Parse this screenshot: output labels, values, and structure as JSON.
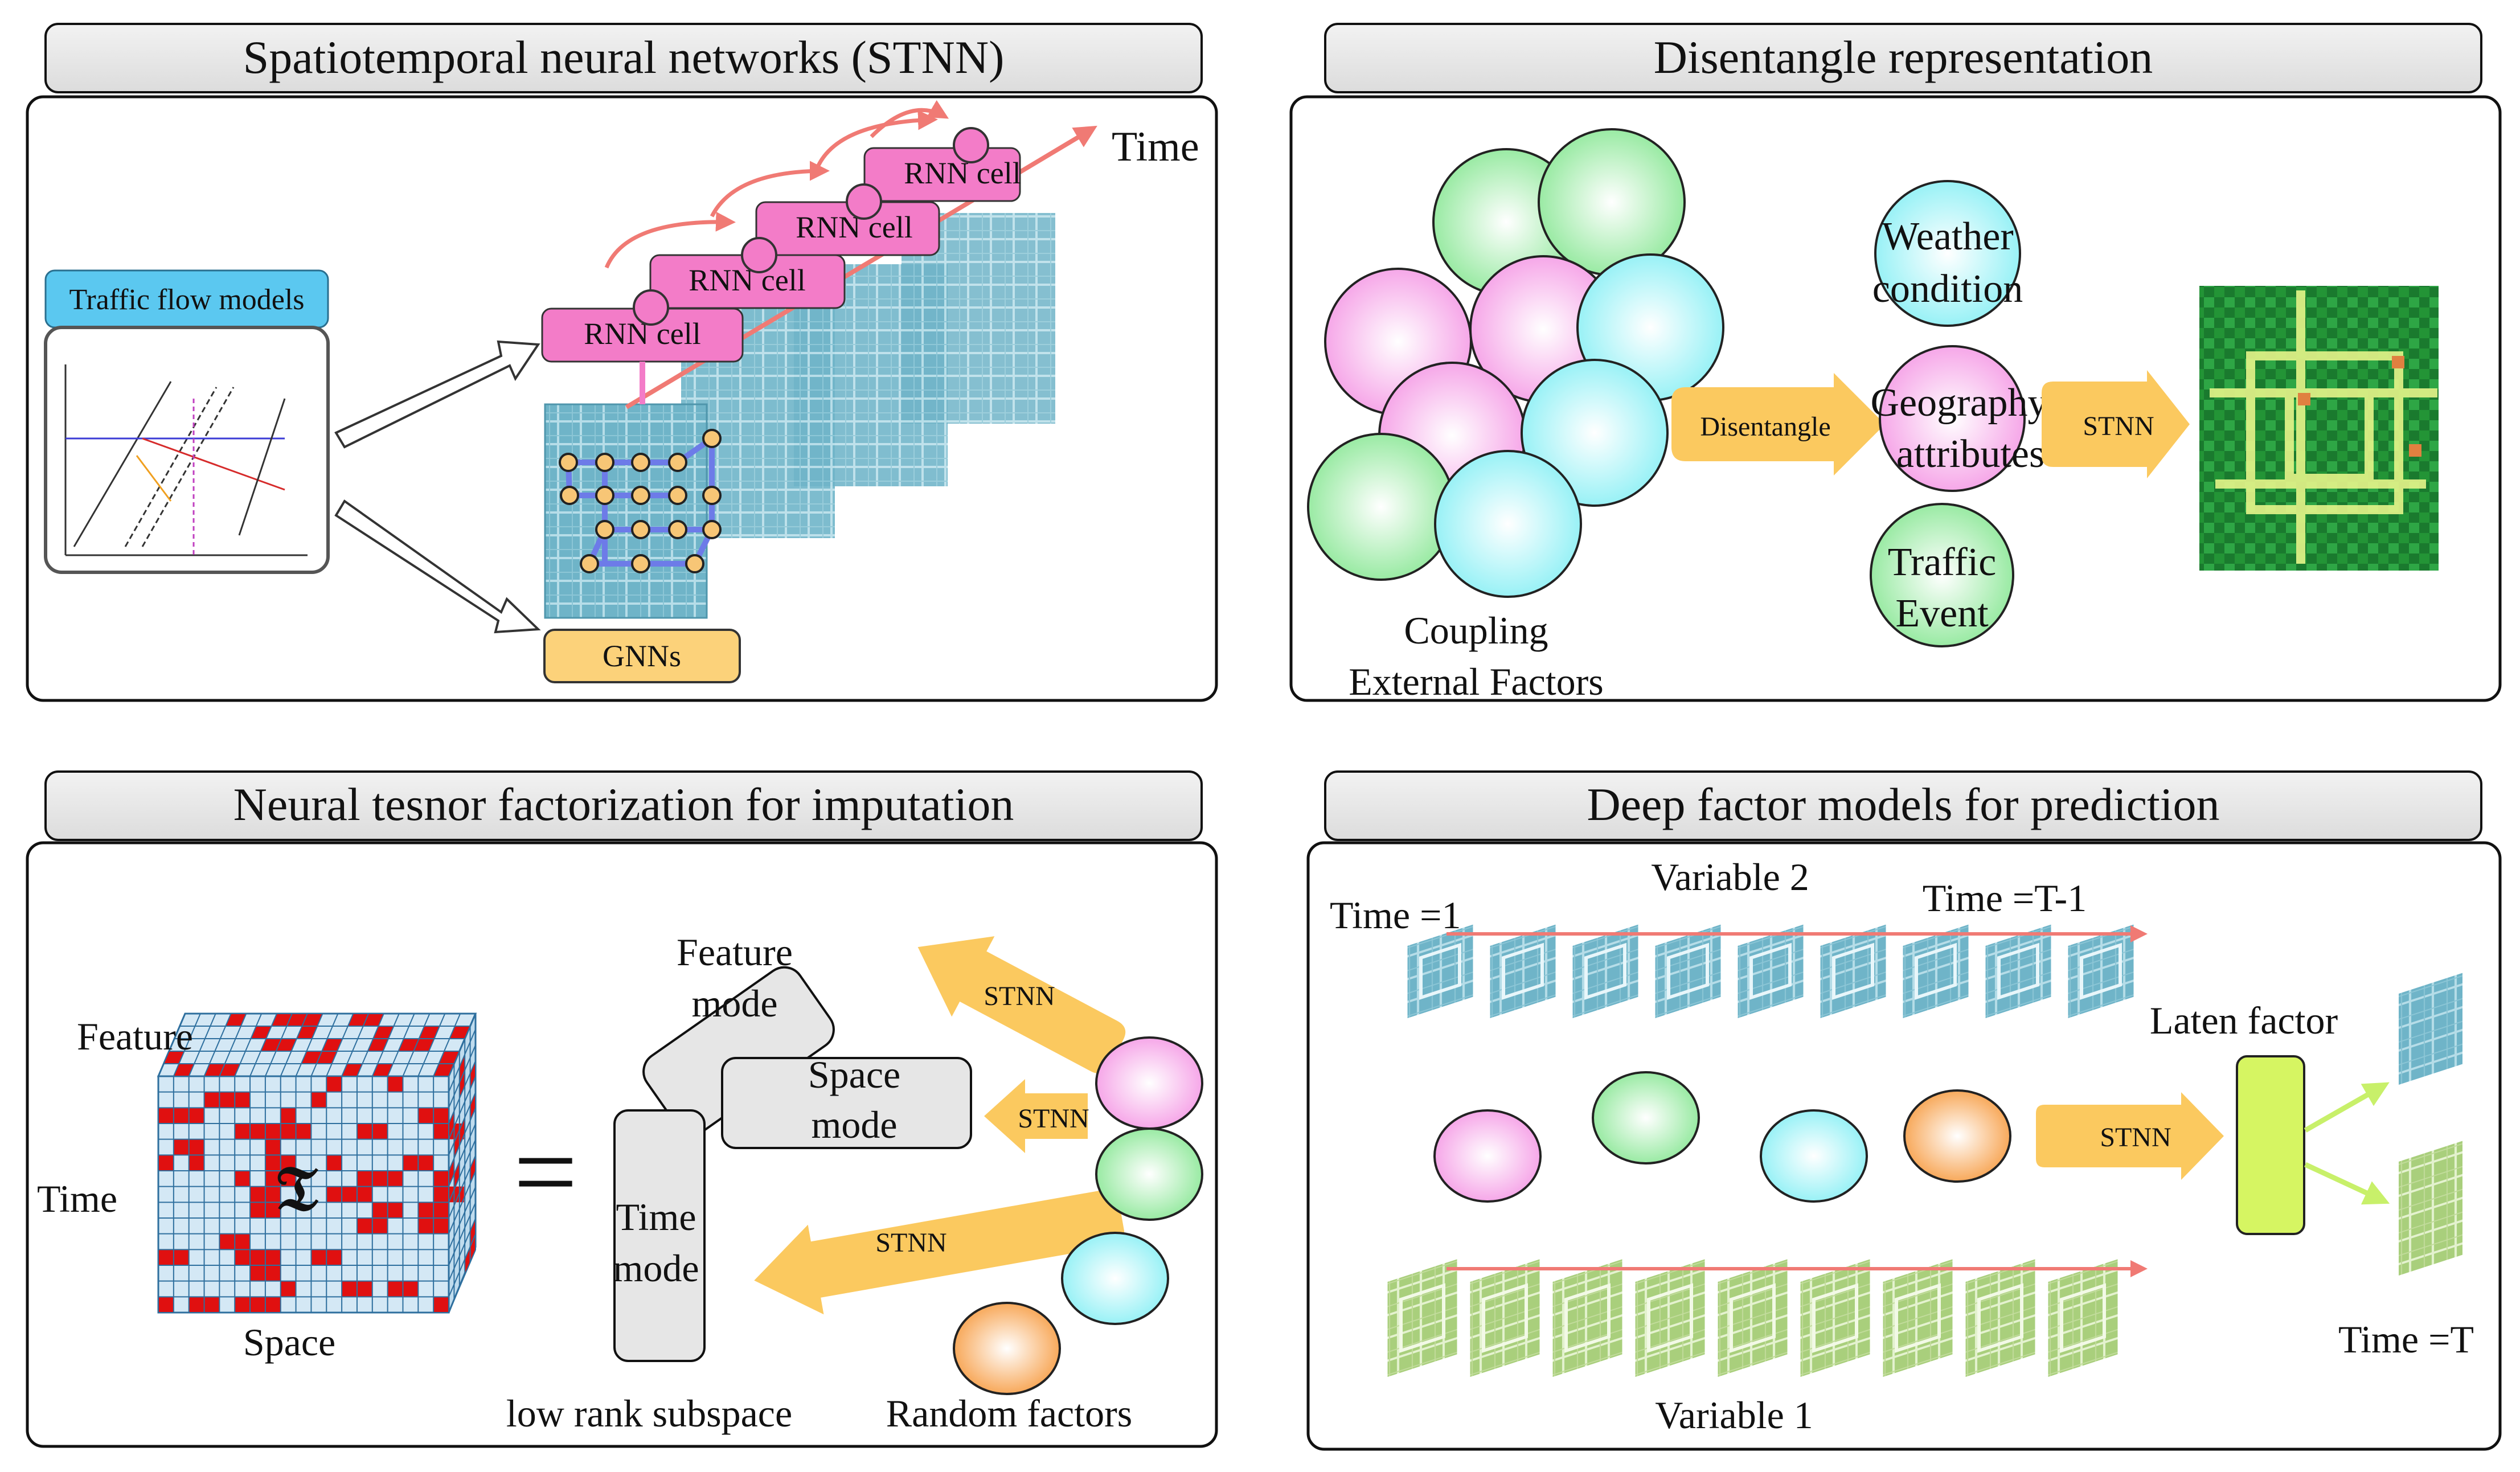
{
  "panels": {
    "stnn": {
      "title": "Spatiotemporal neural networks (STNN)",
      "traffic_flow_label": "Traffic flow models",
      "rnn_cell_label": "RNN cell",
      "time_label": "Time",
      "gnns_label": "GNNs"
    },
    "disentangle": {
      "title": "Disentangle representation",
      "coupling_label_line1": "Coupling",
      "coupling_label_line2": "External Factors",
      "disentangle_arrow_label": "Disentangle",
      "weather_line1": "Weather",
      "weather_line2": "condition",
      "geography_line1": "Geography",
      "geography_line2": "attributes",
      "traffic_line1": "Traffic",
      "traffic_line2": "Event",
      "stnn_arrow_label": "STNN"
    },
    "imputation": {
      "title": "Neural tesnor factorization for imputation",
      "feature_label": "Feature",
      "time_label": "Time",
      "space_label": "Space",
      "tensor_symbol": "𝔗",
      "equals": "=",
      "feature_mode_line1": "Feature",
      "feature_mode_line2": "mode",
      "space_mode_line1": "Space",
      "space_mode_line2": "mode",
      "time_mode_line1": "Time",
      "time_mode_line2": "mode",
      "stnn_label": "STNN",
      "low_rank_label": "low rank subspace",
      "random_factors_label": "Random factors"
    },
    "prediction": {
      "title": "Deep factor models for prediction",
      "variable2_label": "Variable 2",
      "time_1_label": "Time =1",
      "time_t1_label": "Time =T-1",
      "laten_factor_label": "Laten factor",
      "stnn_label": "STNN",
      "time_t_label": "Time =T",
      "variable1_label": "Variable 1"
    }
  },
  "colors": {
    "panel_header": "#e6e6e6",
    "rnn_cell": "#f37cc8",
    "traffic_label": "#5bc8f0",
    "gnns": "#fcd27a",
    "orange_arrow": "#fbc95f",
    "pink_ball": "#f59ee6",
    "green_ball": "#8fe89a",
    "cyan_ball": "#8ef0f5",
    "orange_ball": "#f7a04a",
    "latent_factor": "#d6f562",
    "tensor_missing": "#e01010",
    "time_arrow": "#f07a74"
  }
}
